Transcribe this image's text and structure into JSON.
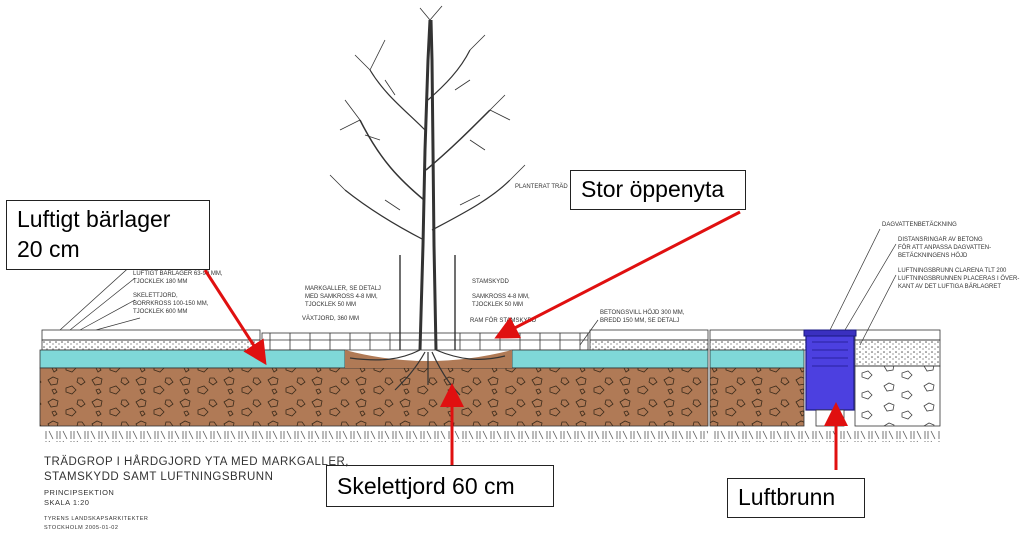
{
  "callouts": {
    "luftigt_line1": "Luftigt bärlager",
    "luftigt_line2": "20 cm",
    "stor": "Stor öppenyta",
    "skelett": "Skelettjord 60 cm",
    "luftbrunn": "Luftbrunn"
  },
  "small_labels": {
    "planterat_trad": "PLANTERAT TRÄD",
    "dagvattenbetackning": "DAGVATTENBETÄCKNING",
    "distansringar": "DISTANSRINGAR AV BETONG",
    "anpassa": "FÖR ATT ANPASSA DAGVATTEN-",
    "betackning": "BETÄCKNINGENS HÖJD",
    "luftningsbrunn": "LUFTNINGSBRUNN CLARENA TLT 200",
    "placeras": "LUFTNINGSBRUNNEN PLACERAS I ÖVER-",
    "overkant": "KANT AV DET LUFTIGA BÄRLAGRET",
    "bar1": "LUFTIGT BÄRLAGER 63-90 MM,",
    "bar2": "TJOCKLEK 180 MM",
    "skel1": "SKELETTJORD,",
    "skel2": "BORRKROSS 100-150 MM,",
    "skel3": "TJOCKLEK 600 MM",
    "mark1": "MARKGALLER, SE DETALJ",
    "mark2": "MED SAMKROSS 4-8 MM,",
    "mark3": "TJOCKLEK 50 MM",
    "vaxtjord": "VÄXTJORD, 360 MM",
    "stamskydd": "STAMSKYDD",
    "sam1": "SAMKROSS 4-8 MM,",
    "sam2": "TJOCKLEK 50 MM",
    "ram": "RAM FÖR STAMSKYDD",
    "bet1": "BETONGSVILL HÖJD 300 MM,",
    "bet2": "BREDD 150 MM, SE DETALJ"
  },
  "title_block": {
    "line1": "TRÄDGROP I HÅRDGJORD YTA MED MARKGALLER,",
    "line2": "STAMSKYDD SAMT LUFTNINGSBRUNN",
    "line3": "PRINCIPSEKTION",
    "line4": "SKALA 1:20",
    "line5": "TYRENS LANDSKAPSARKITEKTER",
    "line6": "STOCKHOLM 2005-01-02"
  },
  "colors": {
    "bearing_layer": "#7fd8d8",
    "skeleton_soil": "#b07a56",
    "air_well": "#4c40e0",
    "arrow": "#e01010"
  }
}
